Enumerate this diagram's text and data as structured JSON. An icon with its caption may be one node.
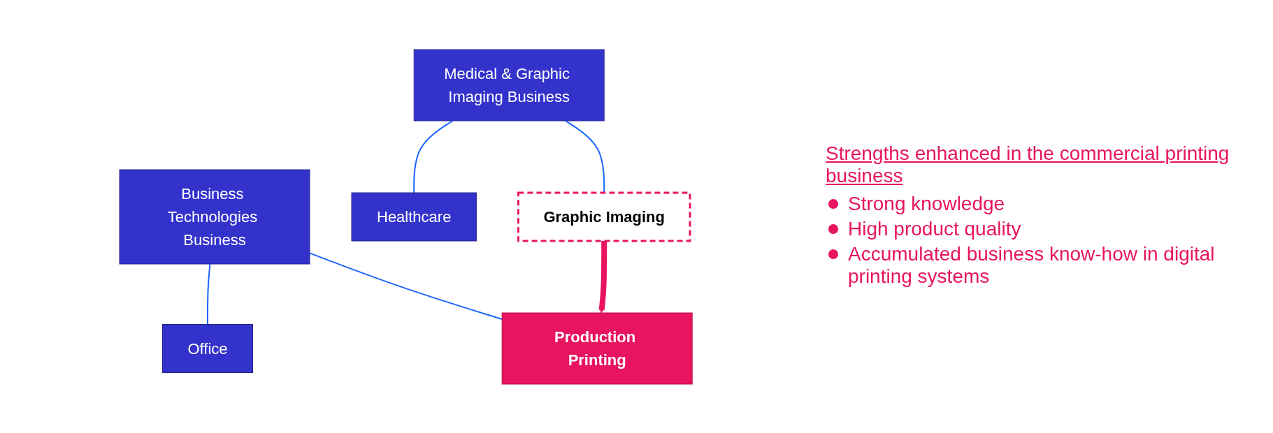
{
  "diagram": {
    "nodes": [
      {
        "text": [
          "Business Technologies Business"
        ]
      },
      {
        "text": [
          "Office"
        ]
      },
      {
        "text": [
          "Production Printing"
        ]
      },
      {
        "text": [
          "Medical & Graphic Imaging Business"
        ]
      },
      {
        "text": [
          "Healthcare"
        ]
      },
      {
        "text": [
          "Graphic Imaging"
        ]
      }
    ],
    "edges": [
      {
        "from": 0,
        "to": 1,
        "arrow": "none"
      },
      {
        "from": 0,
        "to": 2,
        "arrow": "none"
      },
      {
        "from": 3,
        "to": 4,
        "arrow": "none"
      },
      {
        "from": 3,
        "to": 5,
        "arrow": "none"
      },
      {
        "from": 5,
        "to": 2,
        "arrow": "to",
        "style": "thick",
        "color": "#e8145f"
      }
    ],
    "labels": [
      "Strengths enhanced in the commercial printing business",
      "Strong knowledge",
      "High product quality",
      "Accumulated business know-how in digital printing systems"
    ]
  }
}
